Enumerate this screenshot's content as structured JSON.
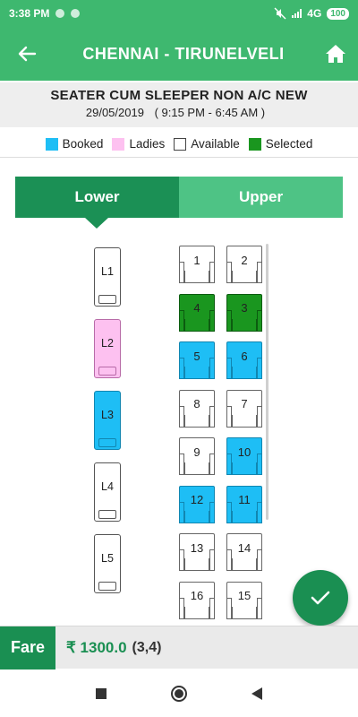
{
  "status_bar": {
    "time": "3:38 PM",
    "network": "4G",
    "battery": "100"
  },
  "app_bar": {
    "title": "CHENNAI - TIRUNELVELI"
  },
  "trip": {
    "bus_type": "SEATER CUM SLEEPER NON A/C NEW",
    "date": "29/05/2019",
    "timing": "( 9:15 PM - 6:45 AM )"
  },
  "legend": [
    {
      "label": "Booked",
      "color": "#1ebef5"
    },
    {
      "label": "Ladies",
      "color": "#fdc1f0"
    },
    {
      "label": "Available",
      "color": "#ffffff"
    },
    {
      "label": "Selected",
      "color": "#1a961f"
    }
  ],
  "tabs": {
    "lower": "Lower",
    "upper": "Upper",
    "active": "Lower"
  },
  "sleepers": [
    {
      "id": "L1",
      "status": "available"
    },
    {
      "id": "L2",
      "status": "ladies"
    },
    {
      "id": "L3",
      "status": "booked"
    },
    {
      "id": "L4",
      "status": "available"
    },
    {
      "id": "L5",
      "status": "available"
    }
  ],
  "seat_rows": [
    [
      {
        "id": "1",
        "status": "available"
      },
      {
        "id": "2",
        "status": "available"
      }
    ],
    [
      {
        "id": "4",
        "status": "selected"
      },
      {
        "id": "3",
        "status": "selected"
      }
    ],
    [
      {
        "id": "5",
        "status": "booked"
      },
      {
        "id": "6",
        "status": "booked"
      }
    ],
    [
      {
        "id": "8",
        "status": "available"
      },
      {
        "id": "7",
        "status": "available"
      }
    ],
    [
      {
        "id": "9",
        "status": "available"
      },
      {
        "id": "10",
        "status": "booked"
      }
    ],
    [
      {
        "id": "12",
        "status": "booked"
      },
      {
        "id": "11",
        "status": "booked"
      }
    ],
    [
      {
        "id": "13",
        "status": "available"
      },
      {
        "id": "14",
        "status": "available"
      }
    ],
    [
      {
        "id": "16",
        "status": "available"
      },
      {
        "id": "15",
        "status": "available"
      }
    ]
  ],
  "fare": {
    "label": "Fare",
    "amount": "₹ 1300.0",
    "seats": "(3,4)"
  },
  "fab_icon": "check-icon"
}
